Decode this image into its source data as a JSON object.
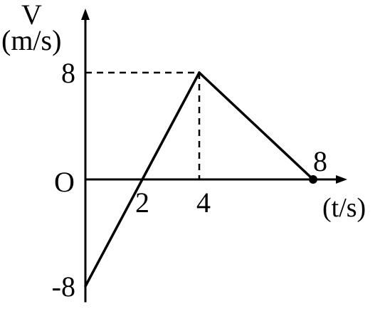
{
  "chart_data": {
    "type": "line",
    "ylabel": "V",
    "yunit": "(m/s)",
    "xunit": "(t/s)",
    "origin_label": "O",
    "x_ticks": [
      {
        "value": 2,
        "label": "2"
      },
      {
        "value": 4,
        "label": "4"
      },
      {
        "value": 8,
        "label": "8"
      }
    ],
    "y_ticks": [
      {
        "value": 8,
        "label": "8"
      },
      {
        "value": -8,
        "label": "-8"
      }
    ],
    "xlim": [
      0,
      9.2
    ],
    "ylim": [
      -9.2,
      12.8
    ],
    "series": [
      {
        "x": [
          0,
          2,
          4,
          8
        ],
        "y": [
          -8,
          0,
          8,
          0
        ]
      }
    ],
    "guides": [
      {
        "from": [
          0,
          8
        ],
        "to": [
          4,
          8
        ]
      },
      {
        "from": [
          4,
          8
        ],
        "to": [
          4,
          0
        ]
      }
    ],
    "marked_points": [
      {
        "x": 8,
        "y": 0
      }
    ],
    "line_color": "#000000"
  }
}
